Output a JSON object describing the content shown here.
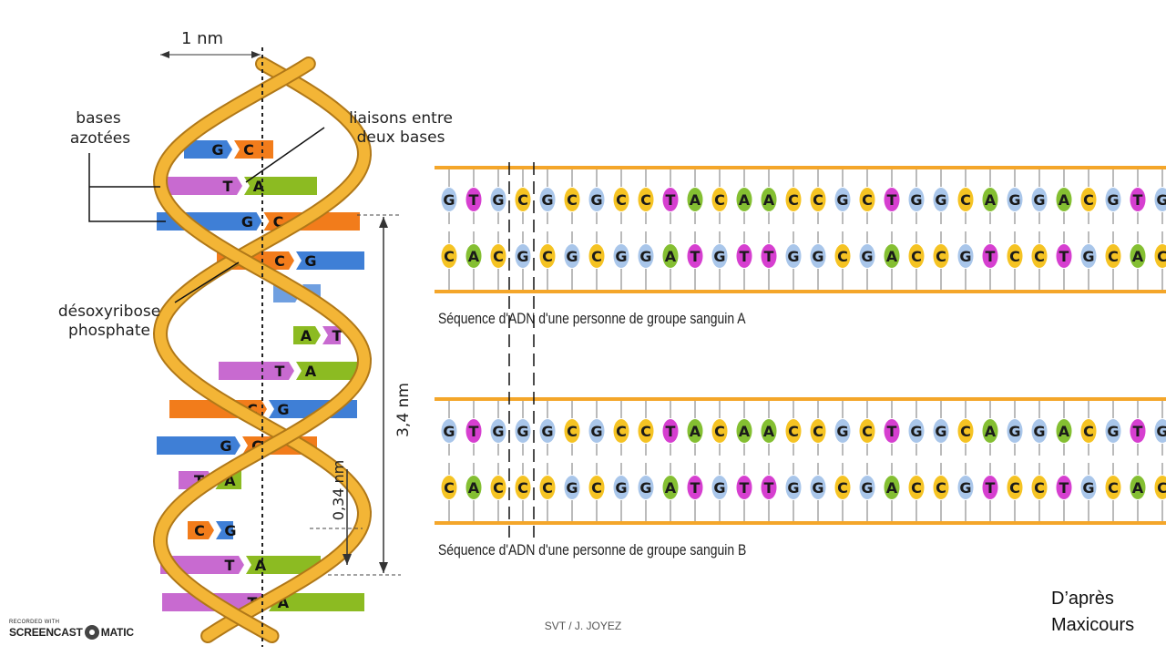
{
  "helix": {
    "labels": {
      "width": "1 nm",
      "bases": [
        "bases",
        "azotées"
      ],
      "bonds": [
        "liaisons entre",
        "deux bases"
      ],
      "backbone": [
        "désoxyribose",
        "phosphate"
      ],
      "pitch": "3,4 nm",
      "rise": "0,34 nm"
    },
    "pairs": [
      {
        "left": "G",
        "right": "C"
      },
      {
        "left": "T",
        "right": "A"
      },
      {
        "left": "G",
        "right": "C"
      },
      {
        "left": "C",
        "right": "G"
      },
      {
        "left": "",
        "right": ""
      },
      {
        "left": "A",
        "right": "T"
      },
      {
        "left": "T",
        "right": "A"
      },
      {
        "left": "C",
        "right": "G"
      },
      {
        "left": "G",
        "right": "C"
      },
      {
        "left": "T",
        "right": "A"
      },
      {
        "left": "C",
        "right": "G"
      },
      {
        "left": "T",
        "right": "A"
      },
      {
        "left": "T",
        "right": "A"
      }
    ]
  },
  "sequences": [
    {
      "top": "GTGCGCGCCTACAACCGCTGGCAGGACGTG",
      "bottom": "CACGCGCGGATGTTGGCGACCGTCCTGCAC",
      "caption": "Séquence d'ADN d'une personne de groupe sanguin A"
    },
    {
      "top": "GTGGGCGCCTACAACCGCTGGCAGGACGTG",
      "bottom": "CACCCGCGGATGTTGGCGACCGTCCTGCAC",
      "caption": "Séquence d'ADN d'une personne de groupe sanguin B"
    }
  ],
  "footer": "SVT / J. JOYEZ",
  "credit": [
    "D’après",
    "Maxicours"
  ],
  "watermark": {
    "line1": "RECORDED WITH",
    "line2a": "SCREENCAST",
    "line2b": "MATIC"
  },
  "colors": {
    "G": "#a9c6ea",
    "C": "#f5c323",
    "T": "#d63fd0",
    "A": "#84bf32",
    "strand": "#f4a62a",
    "helix": "#f3b536",
    "helixEdge": "#b07818",
    "barT": "#c86ad0",
    "barA": "#8cbb22",
    "barG": "#3f7fd6",
    "barC": "#f27c1b"
  }
}
